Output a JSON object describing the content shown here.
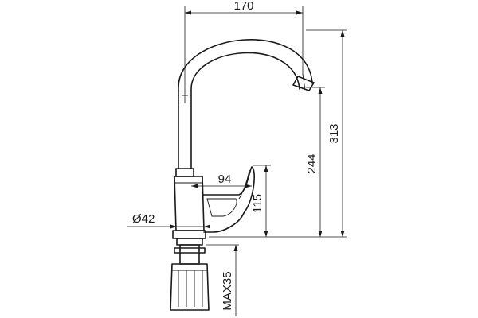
{
  "dimensions": {
    "spout_reach": "170",
    "total_height": "313",
    "outlet_height": "244",
    "lever_reach": "94",
    "lever_height": "115",
    "base_diameter": "Ø42",
    "max_countertop": "MAX35"
  }
}
